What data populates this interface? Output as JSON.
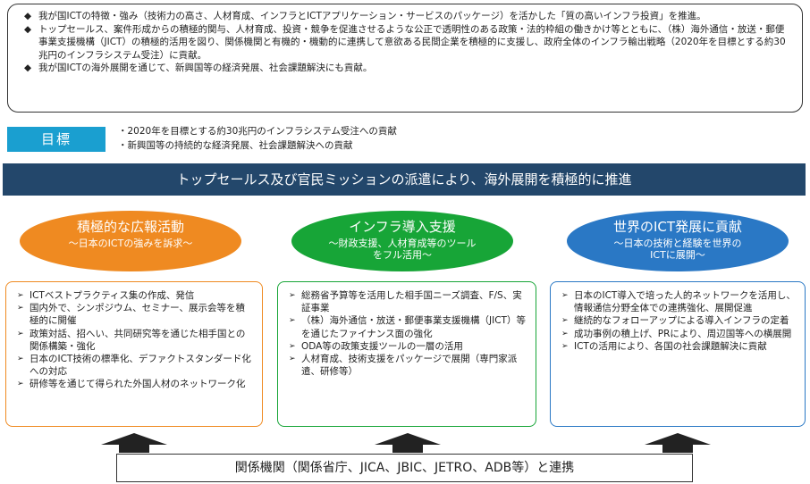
{
  "top_bullets": [
    "我が国ICTの特徴・強み（技術力の高さ、人材育成、インフラとICTアプリケーション・サービスのパッケージ）を活かした「質の高いインフラ投資」を推進。",
    "トップセールス、案件形成からの積極的関与、人材育成、投資・競争を促進させるような公正で透明性のある政策・法的枠組の働きかけ等とともに、（株）海外通信・放送・郵便事業支援機構（JICT）の積極的活用を図り、関係機関と有機的・機動的に連携して意欲ある民間企業を積極的に支援し、政府全体のインフラ輸出戦略（2020年を目標とする約30兆円のインフラシステム受注）に貢献。",
    "我が国ICTの海外展開を通じて、新興国等の経済発展、社会課題解決にも貢献。"
  ],
  "bullet_symbol": "◆",
  "goal": {
    "label": "目標",
    "items": [
      "・2020年を目標とする約30兆円のインフラシステム受注への貢献",
      "・新興国等の持続的な経済発展、社会課題解決への貢献"
    ]
  },
  "banner": "トップセールス及び官民ミッションの派遣により、海外展開を積極的に推進",
  "columns": [
    {
      "title": "積極的な広報活動",
      "subtitle": "～日本のICTの強みを訴求～",
      "color": "#ef8a21",
      "items": [
        "ICTベストプラクティス集の作成、発信",
        "国内外で、シンポジウム、セミナー、展示会等を積極的に開催",
        "政策対話、招へい、共同研究等を通じた相手国との関係構築・強化",
        "日本のICT技術の標準化、デファクトスタンダード化への対応",
        "研修等を通じて得られた外国人材のネットワーク化"
      ]
    },
    {
      "title": "インフラ導入支援",
      "subtitle": "～財政支援、人材育成等のツールをフル活用～",
      "color": "#17a537",
      "items": [
        "総務省予算等を活用した相手国ニーズ調査、F/S、実証事業",
        "（株）海外通信・放送・郵便事業支援機構（JICT）等を通じたファイナンス面の強化",
        "ODA等の政策支援ツールの一層の活用",
        "人材育成、技術支援をパッケージで展開（専門家派遣、研修等）"
      ]
    },
    {
      "title": "世界のICT発展に貢献",
      "subtitle": "～日本の技術と経験を世界のICTに展開～",
      "color": "#2a78c5",
      "items": [
        "日本のICT導入で培った人的ネットワークを活用し、情報通信分野全体での連携強化、展開促進",
        "継続的なフォローアップによる導入インフラの定着",
        "成功事例の積上げ、PRにより、周辺国等への横展開",
        "ICTの活用により、各国の社会課題解決に貢献"
      ]
    }
  ],
  "item_marker": "➢",
  "bottom": "関係機関（関係省庁、JICA、JBIC、JETRO、ADB等）と連携"
}
